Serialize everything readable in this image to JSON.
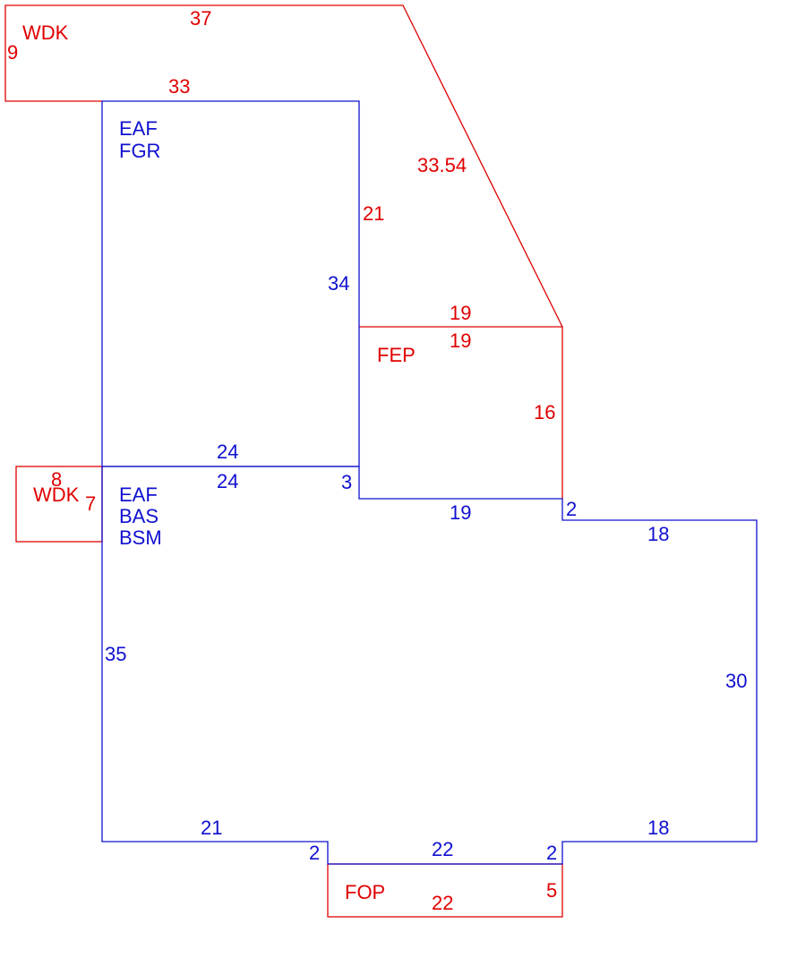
{
  "colors": {
    "exterior": "#e00000",
    "living": "#1010d0",
    "background": "#ffffff"
  },
  "areas": {
    "wdk_top": {
      "code": "WDK"
    },
    "wdk_left": {
      "code": "WDK"
    },
    "fep": {
      "code": "FEP"
    },
    "fop": {
      "code": "FOP"
    },
    "upper_living": {
      "codes": [
        "EAF",
        "FGR"
      ]
    },
    "lower_living": {
      "codes": [
        "EAF",
        "BAS",
        "BSM"
      ]
    }
  },
  "dimensions": {
    "wdk_top_width": "37",
    "wdk_top_height": "9",
    "wdk_top_bottom": "33",
    "wdk_top_diagonal": "33.54",
    "wdk_top_inner": "21",
    "fep_top_outer": "19",
    "fep_top_inner": "19",
    "fep_right": "16",
    "upper_right": "34",
    "upper_bottom_outer": "24",
    "upper_bottom_inner": "24",
    "step_3": "3",
    "step_19": "19",
    "step_2_right": "2",
    "right_top": "18",
    "right_side": "30",
    "right_bottom": "18",
    "left_side": "35",
    "bottom_left": "21",
    "bottom_step_left": "2",
    "bottom_step_right": "2",
    "fop_top": "22",
    "fop_bottom": "22",
    "fop_right": "5",
    "wdk_left_top": "8",
    "wdk_left_right": "7"
  }
}
